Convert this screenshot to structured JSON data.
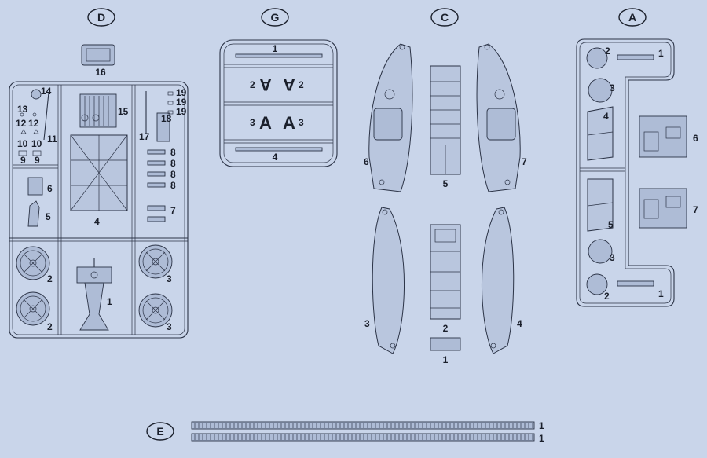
{
  "sprues": {
    "D": {
      "letter": "D",
      "labels": [
        "16",
        "14",
        "13",
        "12",
        "12",
        "15",
        "10",
        "10",
        "11",
        "9",
        "9",
        "6",
        "5",
        "4",
        "17",
        "18",
        "19",
        "19",
        "19",
        "8",
        "8",
        "8",
        "8",
        "7",
        "2",
        "2",
        "1",
        "3",
        "3"
      ]
    },
    "G": {
      "letter": "G",
      "labels": [
        "1",
        "2",
        "2",
        "3",
        "3",
        "4"
      ],
      "glyph": "A"
    },
    "C": {
      "letter": "C",
      "labels": [
        "6",
        "5",
        "7",
        "3",
        "2",
        "1",
        "4"
      ]
    },
    "A": {
      "letter": "A",
      "labels": [
        "2",
        "1",
        "3",
        "4",
        "6",
        "5",
        "7",
        "3",
        "2",
        "1"
      ]
    },
    "E": {
      "letter": "E",
      "labels": [
        "1",
        "1"
      ]
    }
  }
}
